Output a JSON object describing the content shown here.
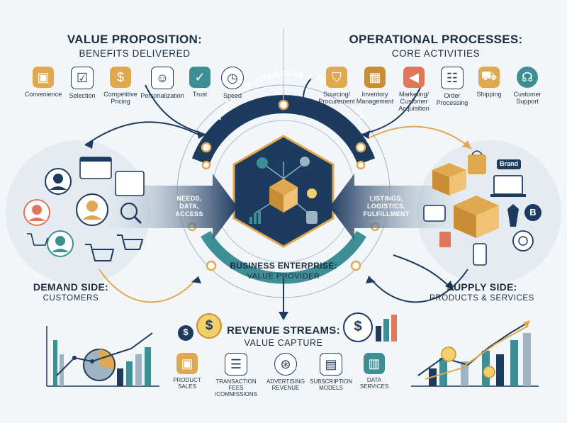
{
  "value_proposition": {
    "title": "VALUE PROPOSITION:",
    "subtitle": "BENEFITS DELIVERED",
    "items": [
      "Convenience",
      "Selection",
      "Competitive Pricing",
      "Personalization",
      "Trust",
      "Speed"
    ]
  },
  "operational_processes": {
    "title": "OPERATIONAL PROCESSES:",
    "subtitle": "CORE ACTIVITIES",
    "items": [
      "Sourcing/ Procurement",
      "Inventory Management",
      "Marketing/ Customer Acquisition",
      "Order Processing",
      "Shipping",
      "Customer Support"
    ]
  },
  "platform_ring": {
    "label": "PLATFORM INTERFACE & TECHNOLOGY"
  },
  "demand_side": {
    "title": "DEMAND SIDE:",
    "subtitle": "CUSTOMERS",
    "arrow_label": "NEEDS, DATA, ACCESS"
  },
  "supply_side": {
    "title": "SUPPLY SIDE:",
    "subtitle": "PRODUCTS & SERVICES",
    "arrow_label": "LISTINGS, LOGISTICS, FULFILLMENT",
    "brand_tag": "Brand",
    "brand_badge": "B"
  },
  "business_enterprise": {
    "title": "BUSINESS ENTERPRISE:",
    "subtitle": "VALUE PROVIDER"
  },
  "revenue_streams": {
    "title": "REVENUE STREAMS:",
    "subtitle": "VALUE CAPTURE",
    "items": [
      "PRODUCT SALES",
      "TRANSACTION FEES /COMMISSIONS",
      "ADVERTISING REVENUE",
      "SUBSCRIPTION MODELS",
      "DATA SERVICES"
    ],
    "currency_symbol": "$"
  },
  "colors": {
    "navy": "#1d3a5f",
    "teal": "#3d8e95",
    "amber": "#e0a94f",
    "coral": "#e0765a"
  }
}
